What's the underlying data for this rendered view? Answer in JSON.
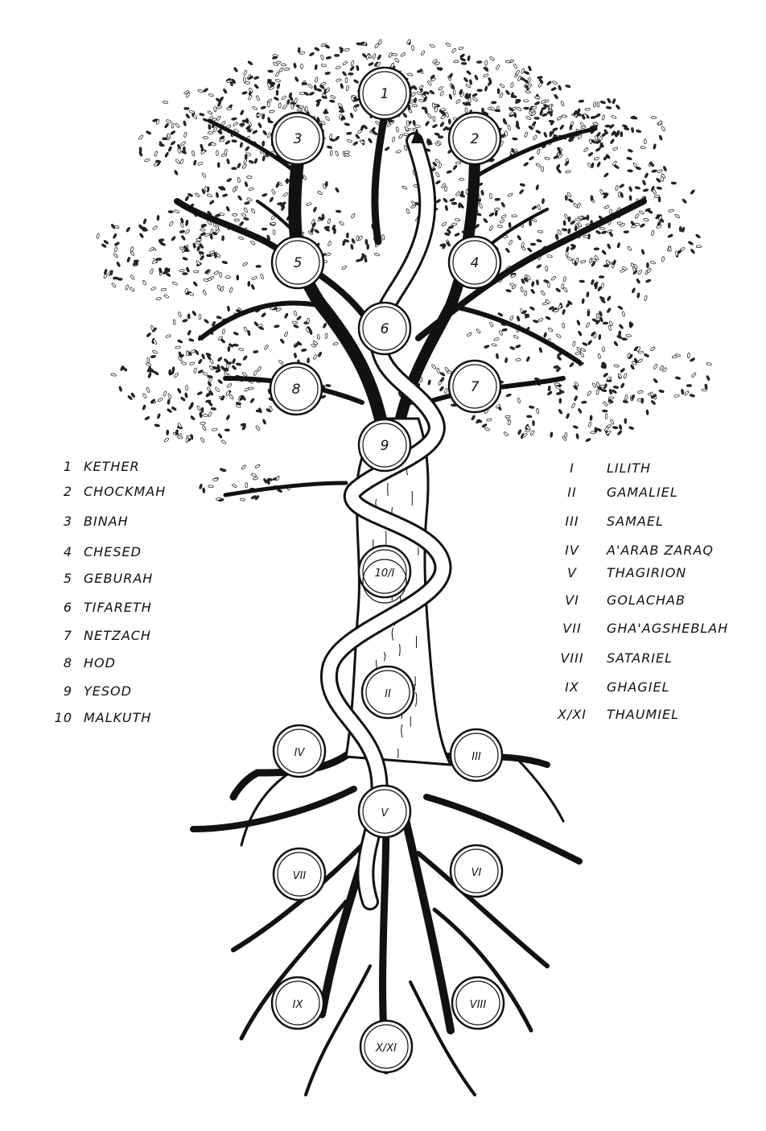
{
  "colors": {
    "ink": "#111111",
    "paper": "#ffffff",
    "foliage": "#2a2a2a"
  },
  "sephiroth": [
    {
      "id": "1",
      "name": "KETHER"
    },
    {
      "id": "2",
      "name": "CHOCKMAH"
    },
    {
      "id": "3",
      "name": "BINAH"
    },
    {
      "id": "4",
      "name": "CHESED"
    },
    {
      "id": "5",
      "name": "GEBURAH"
    },
    {
      "id": "6",
      "name": "TIFARETH"
    },
    {
      "id": "7",
      "name": "NETZACH"
    },
    {
      "id": "8",
      "name": "HOD"
    },
    {
      "id": "9",
      "name": "YESOD"
    },
    {
      "id": "10",
      "name": "MALKUTH"
    }
  ],
  "qliphoth": [
    {
      "id": "I",
      "name": "LILITH"
    },
    {
      "id": "II",
      "name": "GAMALIEL"
    },
    {
      "id": "III",
      "name": "SAMAEL"
    },
    {
      "id": "IV",
      "name": "A'ARAB ZARAQ"
    },
    {
      "id": "V",
      "name": "THAGIRION"
    },
    {
      "id": "VI",
      "name": "GOLACHAB"
    },
    {
      "id": "VII",
      "name": "GHA'AGSHEBLAH"
    },
    {
      "id": "VIII",
      "name": "SATARIEL"
    },
    {
      "id": "IX",
      "name": "GHAGIEL"
    },
    {
      "id": "X/XI",
      "name": "THAUMIEL"
    }
  ],
  "nodes": {
    "n1": "1",
    "n2": "2",
    "n3": "3",
    "n4": "4",
    "n5": "5",
    "n6": "6",
    "n7": "7",
    "n8": "8",
    "n9": "9",
    "n10": "10/I",
    "q2": "II",
    "q3": "III",
    "q4": "IV",
    "q5": "V",
    "q6": "VI",
    "q7": "VII",
    "q8": "VIII",
    "q9": "IX",
    "q10": "X/XI"
  }
}
